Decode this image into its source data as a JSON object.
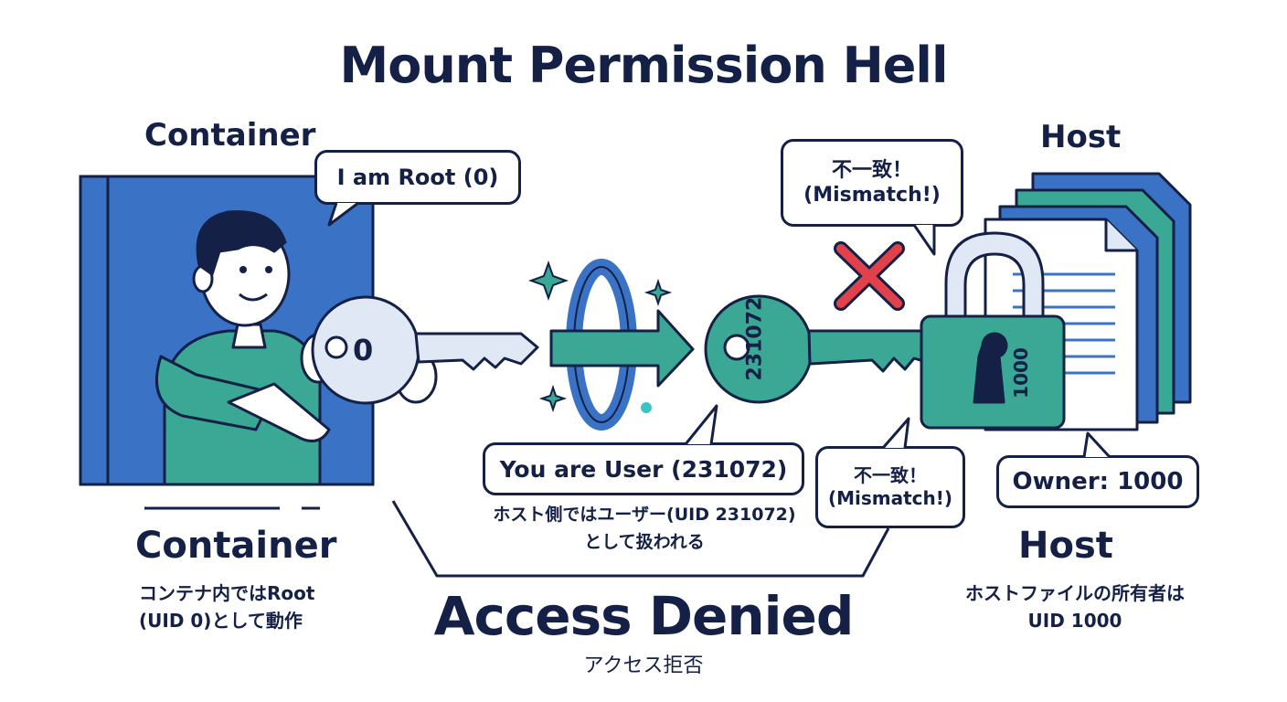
{
  "title": "Mount Permission Hell",
  "container": {
    "top_label": "Container",
    "speech": "I am Root (0)",
    "key_uid": "0",
    "section_label": "Container",
    "description_lines": [
      "コンテナ内ではRoot",
      "(UID 0)として動作"
    ]
  },
  "middle": {
    "mapped_key_uid": "231072",
    "speech": "You are User (231072)",
    "note_lines": [
      "ホスト側ではユーザー(UID 231072)",
      "として扱われる"
    ],
    "mismatch_top": [
      "不一致！",
      "(Mismatch!)"
    ],
    "mismatch_bottom": [
      "不一致！",
      "(Mismatch!)"
    ]
  },
  "host": {
    "top_label": "Host",
    "lock_uid": "1000",
    "owner_bubble": "Owner: 1000",
    "section_label": "Host",
    "description_lines": [
      "ホストファイルの所有者は",
      "UID 1000"
    ]
  },
  "result": {
    "title": "Access Denied",
    "subtitle": "アクセス拒否"
  },
  "colors": {
    "navy": "#142046",
    "blue": "#3a73c5",
    "teal": "#3aa895",
    "red": "#e0414b",
    "key_light": "#dfe8f4"
  }
}
